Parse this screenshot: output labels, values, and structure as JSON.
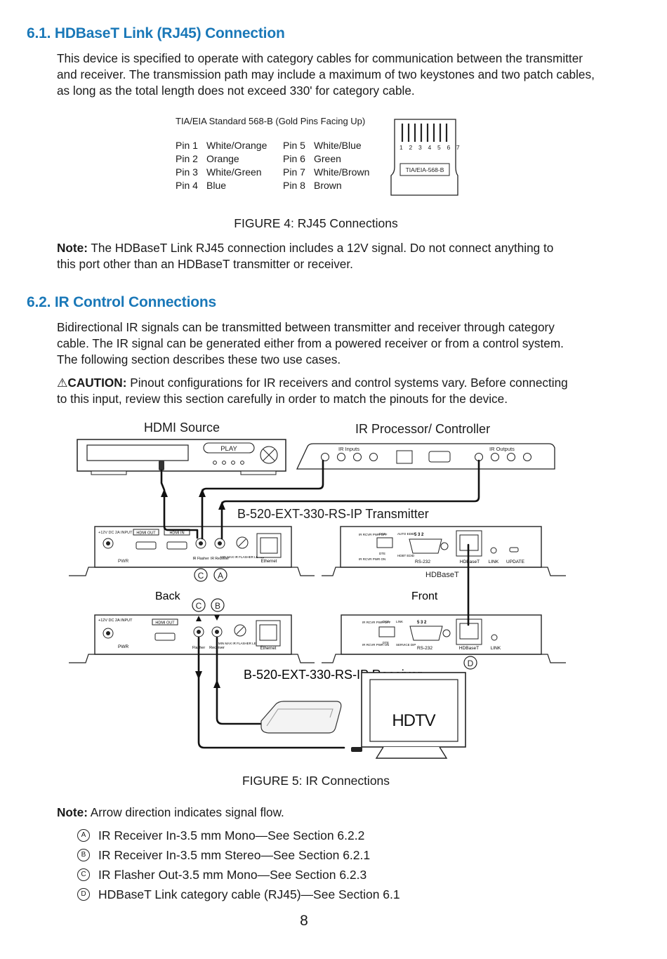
{
  "section1": {
    "heading": "6.1. HDBaseT Link (RJ45) Connection",
    "paragraph": [
      "This device is specified to operate with category cables for communication between the transmitter",
      "and receiver. The transmission path may include a maximum of two keystones and two patch cables,",
      "as long as the total length does not exceed 330' for category cable."
    ],
    "pin_table": {
      "title": "TIA/EIA Standard 568-B (Gold Pins Facing Up)",
      "left": [
        {
          "pin": "Pin 1",
          "color": "White/Orange"
        },
        {
          "pin": "Pin 2",
          "color": "Orange"
        },
        {
          "pin": "Pin 3",
          "color": "White/Green"
        },
        {
          "pin": "Pin 4",
          "color": "Blue"
        }
      ],
      "right": [
        {
          "pin": "Pin 5",
          "color": "White/Blue"
        },
        {
          "pin": "Pin 6",
          "color": "Green"
        },
        {
          "pin": "Pin 7",
          "color": "White/Brown"
        },
        {
          "pin": "Pin 8",
          "color": "Brown"
        }
      ],
      "connector_numbers": "1 2 3 4 5 6 7 8",
      "connector_label": "TIA/EIA-568-B"
    },
    "figure_caption": "FIGURE 4: RJ45 Connections",
    "note_label": "Note:",
    "note_text_1": " The HDBaseT Link RJ45 connection includes a 12V signal.  Do not connect anything to",
    "note_text_2": "this port other than an HDBaseT transmitter or receiver."
  },
  "section2": {
    "heading": "6.2. IR Control Connections",
    "paragraph": [
      "Bidirectional IR signals can be transmitted between transmitter and receiver through category",
      "cable. The IR signal can be generated either from a powered receiver or from a control system.",
      "The following section describes these two use cases."
    ],
    "caution_symbol": "⚠",
    "caution_label": "CAUTION:",
    "caution_text_1": " Pinout configurations for IR receivers and control systems vary. Before connecting",
    "caution_text_2": "to this input, review this section carefully in order to match the pinouts for the device."
  },
  "diagram": {
    "hdmi_source": "HDMI Source",
    "play": "PLAY",
    "ir_processor": "IR Processor/ Controller",
    "ir_inputs": "IR Inputs",
    "ir_outputs": "IR Outputs",
    "transmitter": "B-520-EXT-330-RS-IP Transmitter",
    "receiver": "B-520-EXT-330-RS-IP Receiver",
    "back": "Back",
    "front": "Front",
    "hdbaset": "HDBaseT",
    "hdtv": "HDTV",
    "pwr": "PWR",
    "dc_input": "+12V DC 2A INPUT",
    "hdmi_out": "HDMI OUT",
    "hdmi_in": "HDMI IN",
    "ir_flasher": "IR Flasher",
    "ir_receiver": "IR Receiver",
    "flasher": "Flasher",
    "receiver_port": "Receiver",
    "ethernet": "Ethernet",
    "flasher_level": "MIN  MAX IR FLASHER LEVEL",
    "rs232": "RS-232",
    "rs232_pins": "5  3 2",
    "hdbaset_port": "HDBaseT",
    "link": "LINK",
    "update": "UPDATE",
    "dce": "DCE",
    "dte": "DTE",
    "auto_edid": "AUTO EDID",
    "hdbt_edid": "HDBT EDID",
    "rcvr_pwr_off": "IR RCVR PWR OFF",
    "rcvr_pwr_on": "IR RCVR PWR ON",
    "service_dip": "SERVICE DIP",
    "markers": {
      "a": "A",
      "b": "B",
      "c": "C",
      "d": "D"
    }
  },
  "figure5_caption": "FIGURE 5: IR Connections",
  "note2_label": "Note:",
  "note2_text": " Arrow direction indicates signal flow.",
  "legend": [
    {
      "marker": "A",
      "text": "IR Receiver In-3.5 mm Mono—See Section 6.2.2"
    },
    {
      "marker": "B",
      "text": "IR Receiver In-3.5 mm Stereo—See Section 6.2.1"
    },
    {
      "marker": "C",
      "text": "IR Flasher Out-3.5 mm Mono—See Section 6.2.3"
    },
    {
      "marker": "D",
      "text": "HDBaseT Link category cable (RJ45)—See Section 6.1"
    }
  ],
  "page_number": "8"
}
